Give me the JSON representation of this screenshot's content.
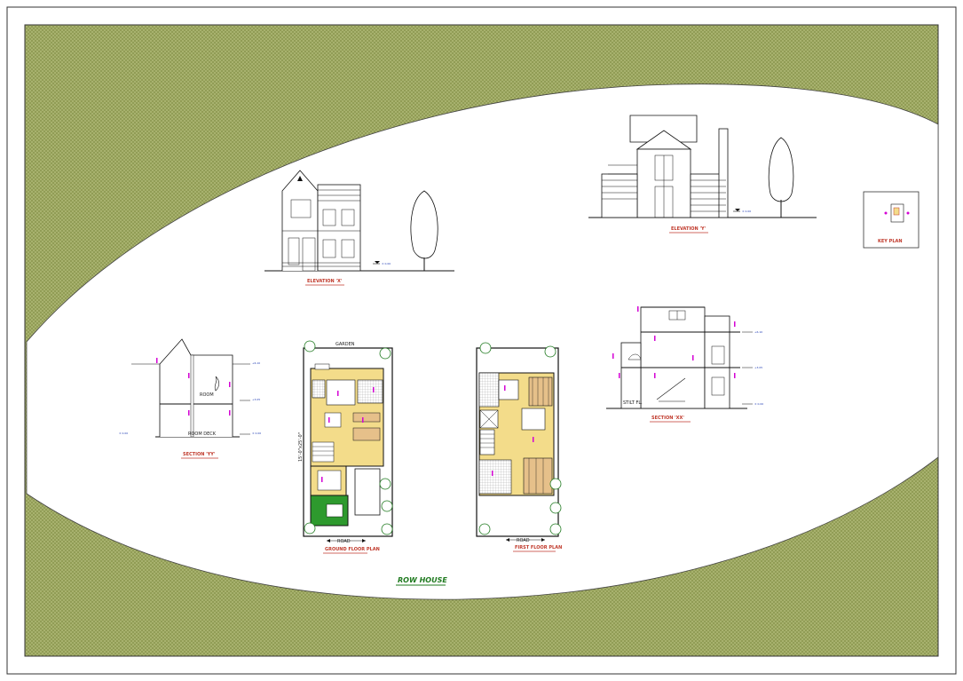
{
  "drawing": {
    "main_title": "ROW HOUSE",
    "colors": {
      "background_fill": "#8e9a52",
      "canvas": "#ffffff",
      "floor_fill": "#f3dc8a",
      "lawn": "#2e9a2e",
      "title_red": "#c0392b",
      "title_green": "#1f7a1f",
      "marker_magenta": "#d400d4",
      "level_blue": "#1f3bb3"
    }
  },
  "views": {
    "elevation_x": {
      "title": "ELEVATION 'X'"
    },
    "elevation_y": {
      "title": "ELEVATION 'Y'"
    },
    "key_plan": {
      "title": "KEY PLAN"
    },
    "section_yy": {
      "title": "SECTION 'YY'",
      "label": "ROOM DECK"
    },
    "section_xx": {
      "title": "SECTION 'XX'",
      "label": "STILT FL."
    },
    "ground_floor_plan": {
      "title": "GROUND FLOOR PLAN",
      "top_label": "GARDEN",
      "road_label": "ROAD",
      "side_dim": "15'-0\"x25'-0\""
    },
    "first_floor_plan": {
      "title": "FIRST FLOOR PLAN",
      "road_label": "ROAD"
    }
  },
  "icons": [
    "tree-icon",
    "north-arrow-icon",
    "level-marker-icon",
    "shrub-icon",
    "staircase-icon"
  ]
}
